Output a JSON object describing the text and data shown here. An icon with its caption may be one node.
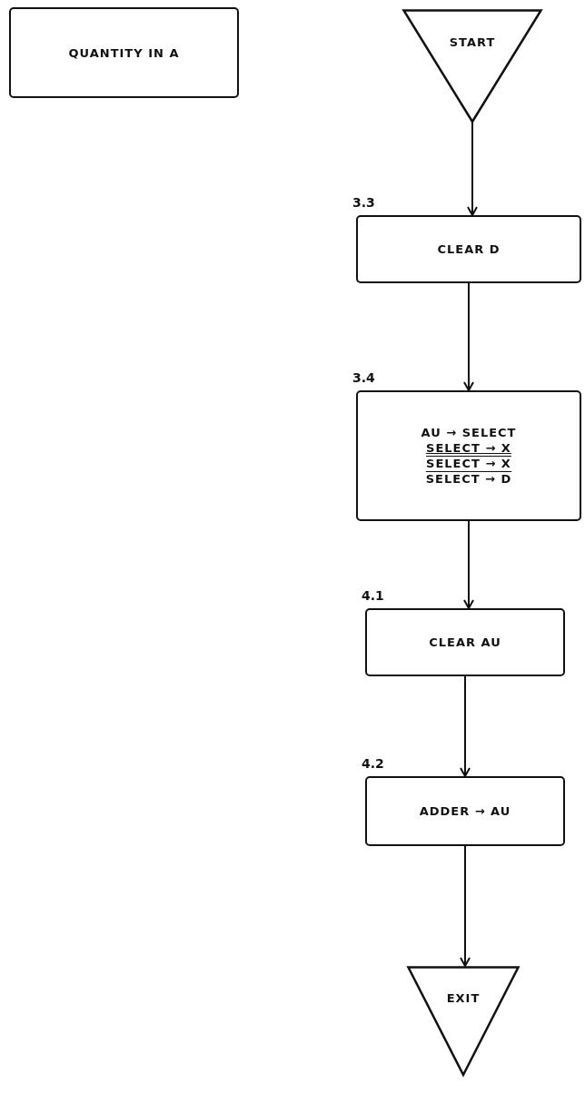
{
  "diagram": {
    "nodes": [
      {
        "text": [
          "QUANTITY IN A"
        ]
      },
      {
        "text": [
          "START"
        ]
      },
      {
        "text": [
          "CLEAR D"
        ],
        "beside": [
          "3.3"
        ]
      },
      {
        "text": [
          "AU → SELECT",
          "SELECT → X",
          "SELECT → X",
          "SELECT → D"
        ],
        "beside": [
          "3.4"
        ]
      },
      {
        "text": [
          "CLEAR AU"
        ],
        "beside": [
          "4.1"
        ]
      },
      {
        "text": [
          "ADDER → AU"
        ],
        "beside": [
          "4.2"
        ]
      },
      {
        "text": [
          "EXIT"
        ]
      }
    ],
    "edges": [
      {
        "from": 1,
        "to": 2,
        "arrow": "to"
      },
      {
        "from": 2,
        "to": 3,
        "arrow": "to"
      },
      {
        "from": 3,
        "to": 4,
        "arrow": "to"
      },
      {
        "from": 4,
        "to": 5,
        "arrow": "to"
      },
      {
        "from": 5,
        "to": 6,
        "arrow": "to"
      }
    ]
  }
}
